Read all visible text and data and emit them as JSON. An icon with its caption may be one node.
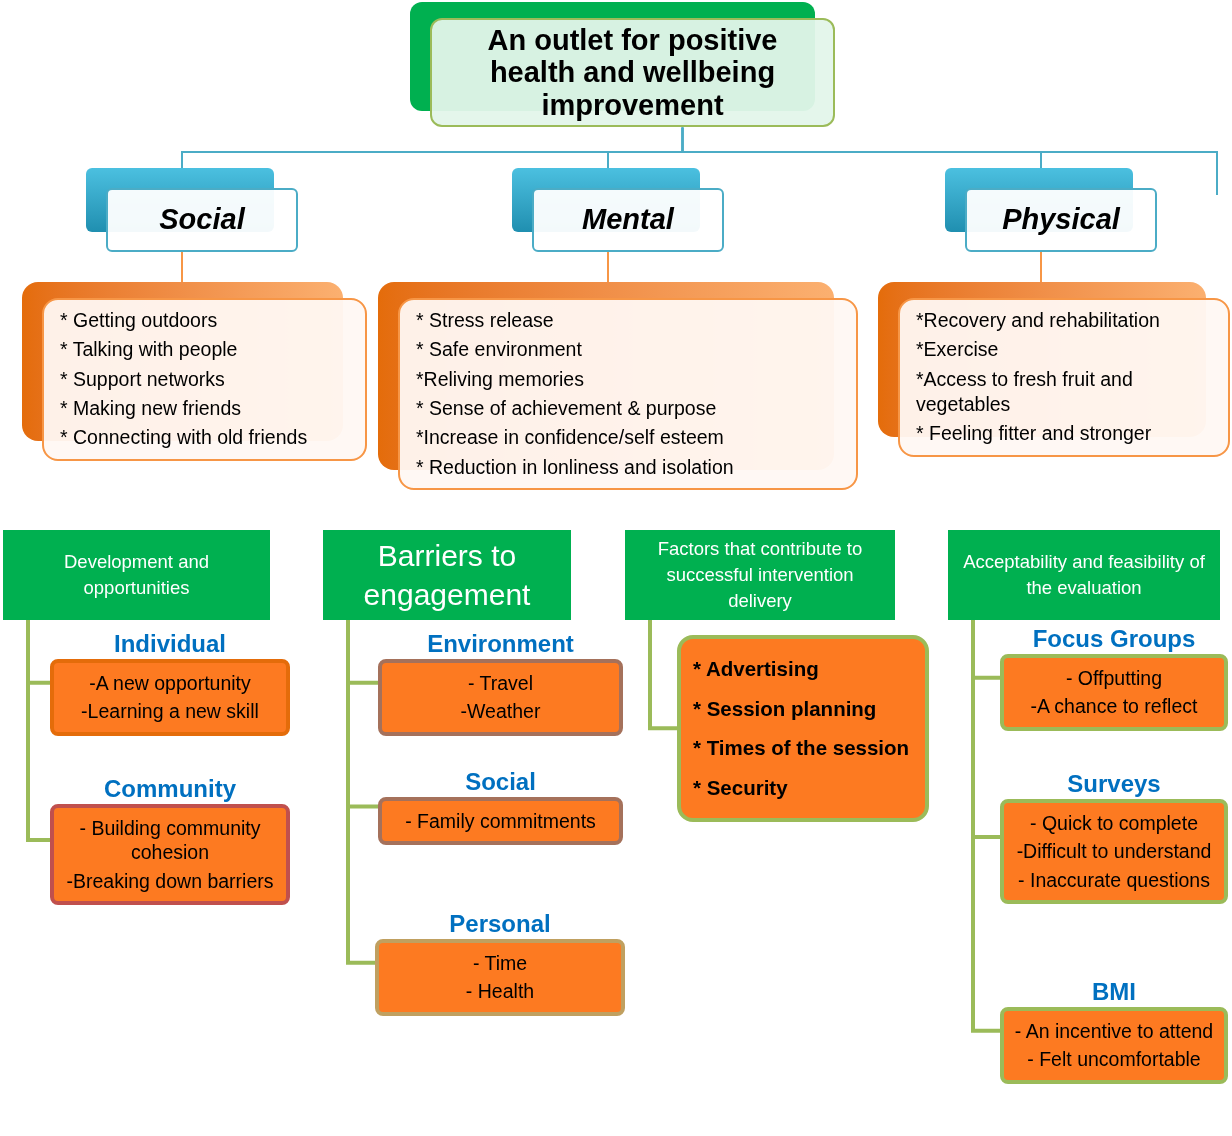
{
  "diagram": {
    "nodes": [
      {
        "text": [
          "An outlet for positive health and wellbeing improvement"
        ]
      },
      {
        "text": [
          "Social"
        ]
      },
      {
        "text": [
          "Mental"
        ]
      },
      {
        "text": [
          "Physical"
        ]
      },
      {
        "text": [
          "* Getting outdoors",
          "* Talking with people",
          "* Support networks",
          "* Making new friends",
          "* Connecting with old friends"
        ]
      },
      {
        "text": [
          "* Stress release",
          "* Safe environment",
          "*Reliving memories",
          "* Sense of achievement & purpose",
          "*Increase in confidence/self esteem",
          "* Reduction in lonliness and isolation"
        ]
      },
      {
        "text": [
          "*Recovery and rehabilitation",
          "*Exercise",
          "*Access to fresh fruit and vegetables",
          "* Feeling fitter and stronger"
        ]
      },
      {
        "text": [
          "Development and opportunities"
        ]
      },
      {
        "text": [
          "Barriers to engagement"
        ]
      },
      {
        "text": [
          "Factors that contribute to successful intervention delivery"
        ]
      },
      {
        "text": [
          "Acceptability and feasibility of the evaluation"
        ]
      },
      {
        "text": [
          "Individual",
          "-A new opportunity",
          "-Learning a new skill"
        ]
      },
      {
        "text": [
          "Community",
          "- Building community cohesion",
          "-Breaking down barriers"
        ]
      },
      {
        "text": [
          "Environment",
          "- Travel",
          "-Weather"
        ]
      },
      {
        "text": [
          "Social",
          "- Family commitments"
        ]
      },
      {
        "text": [
          "Personal",
          "- Time",
          "- Health"
        ]
      },
      {
        "text": [
          "* Advertising",
          "* Session planning",
          "* Times of the session",
          "* Security"
        ]
      },
      {
        "text": [
          "Focus Groups",
          "- Offputting",
          "-A chance to reflect"
        ]
      },
      {
        "text": [
          "Surveys",
          "- Quick to complete",
          "-Difficult to understand",
          "- Inaccurate questions"
        ]
      },
      {
        "text": [
          "BMI",
          "- An incentive to attend",
          "- Felt uncomfortable"
        ]
      }
    ],
    "edges": [
      {
        "from": 0,
        "to": 1,
        "arrow": "none",
        "color": "#4bacc6"
      },
      {
        "from": 0,
        "to": 2,
        "arrow": "none",
        "color": "#4bacc6"
      },
      {
        "from": 0,
        "to": 3,
        "arrow": "none",
        "color": "#4bacc6"
      },
      {
        "from": 0,
        "to": null,
        "arrow": "none",
        "color": "#4bacc6"
      },
      {
        "from": 1,
        "to": 4,
        "arrow": "none",
        "color": "#f79646"
      },
      {
        "from": 2,
        "to": 5,
        "arrow": "none",
        "color": "#f79646"
      },
      {
        "from": 3,
        "to": 6,
        "arrow": "none",
        "color": "#f79646"
      },
      {
        "from": 7,
        "to": 11,
        "arrow": "none"
      },
      {
        "from": 7,
        "to": 12,
        "arrow": "none"
      },
      {
        "from": 8,
        "to": 13,
        "arrow": "none"
      },
      {
        "from": 8,
        "to": 14,
        "arrow": "none"
      },
      {
        "from": 8,
        "to": 15,
        "arrow": "none"
      },
      {
        "from": 9,
        "to": 16,
        "arrow": "none"
      },
      {
        "from": 10,
        "to": 17,
        "arrow": "none"
      },
      {
        "from": 10,
        "to": 18,
        "arrow": "none"
      },
      {
        "from": 10,
        "to": 19,
        "arrow": "none"
      }
    ]
  }
}
